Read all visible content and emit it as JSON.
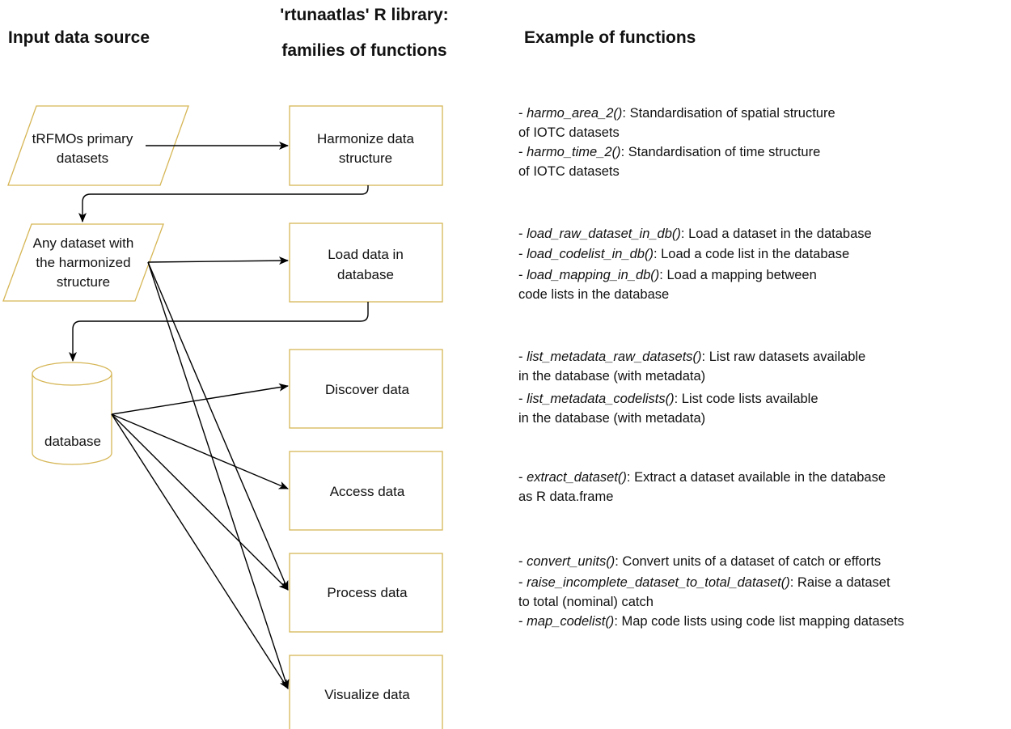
{
  "headers": {
    "input": "Input data source",
    "library_line1": "'rtunaatlas' R library:",
    "library_line2": "families of functions",
    "examples": "Example of functions"
  },
  "inputs": {
    "primary": [
      "tRFMOs primary",
      "datasets"
    ],
    "harmonized": [
      "Any dataset with",
      "the harmonized",
      "structure"
    ],
    "database": "database"
  },
  "families": {
    "harmonize": [
      "Harmonize data",
      "structure"
    ],
    "load": [
      "Load data in",
      "database"
    ],
    "discover": [
      "Discover data"
    ],
    "access": [
      "Access data"
    ],
    "process": [
      "Process data"
    ],
    "visualize": [
      "Visualize data"
    ]
  },
  "colors": {
    "box_border": "#d6b656",
    "arrow": "#000000"
  },
  "examples": [
    {
      "group": "harmonize",
      "items": [
        {
          "fn": "harmo_area_2()",
          "desc": ": Standardisation of spatial structure",
          "cont": "of IOTC datasets"
        },
        {
          "fn": "harmo_time_2()",
          "desc": ": Standardisation of time structure",
          "cont": "of IOTC datasets"
        }
      ]
    },
    {
      "group": "load",
      "items": [
        {
          "fn": "load_raw_dataset_in_db()",
          "desc": ": Load a dataset in the database",
          "cont": ""
        },
        {
          "fn": "load_codelist_in_db()",
          "desc": ": Load a code list in the database",
          "cont": ""
        },
        {
          "fn": "load_mapping_in_db()",
          "desc": ": Load a mapping between",
          "cont": "code lists in the database"
        }
      ]
    },
    {
      "group": "discover",
      "items": [
        {
          "fn": "list_metadata_raw_datasets()",
          "desc": ": List raw datasets available",
          "cont": "in the database (with metadata)"
        },
        {
          "fn": "list_metadata_codelists()",
          "desc": ": List code lists available",
          "cont": "in the database (with metadata)"
        }
      ]
    },
    {
      "group": "access",
      "items": [
        {
          "fn": "extract_dataset()",
          "desc": ": Extract a dataset available in the database",
          "cont": "as R data.frame"
        }
      ]
    },
    {
      "group": "process",
      "items": [
        {
          "fn": "convert_units()",
          "desc": ": Convert units of a dataset of catch or efforts",
          "cont": ""
        },
        {
          "fn": "raise_incomplete_dataset_to_total_dataset()",
          "desc": ": Raise a dataset",
          "cont": "to total (nominal) catch"
        },
        {
          "fn": "map_codelist()",
          "desc": ": Map code lists using code list mapping datasets",
          "cont": ""
        }
      ]
    }
  ]
}
